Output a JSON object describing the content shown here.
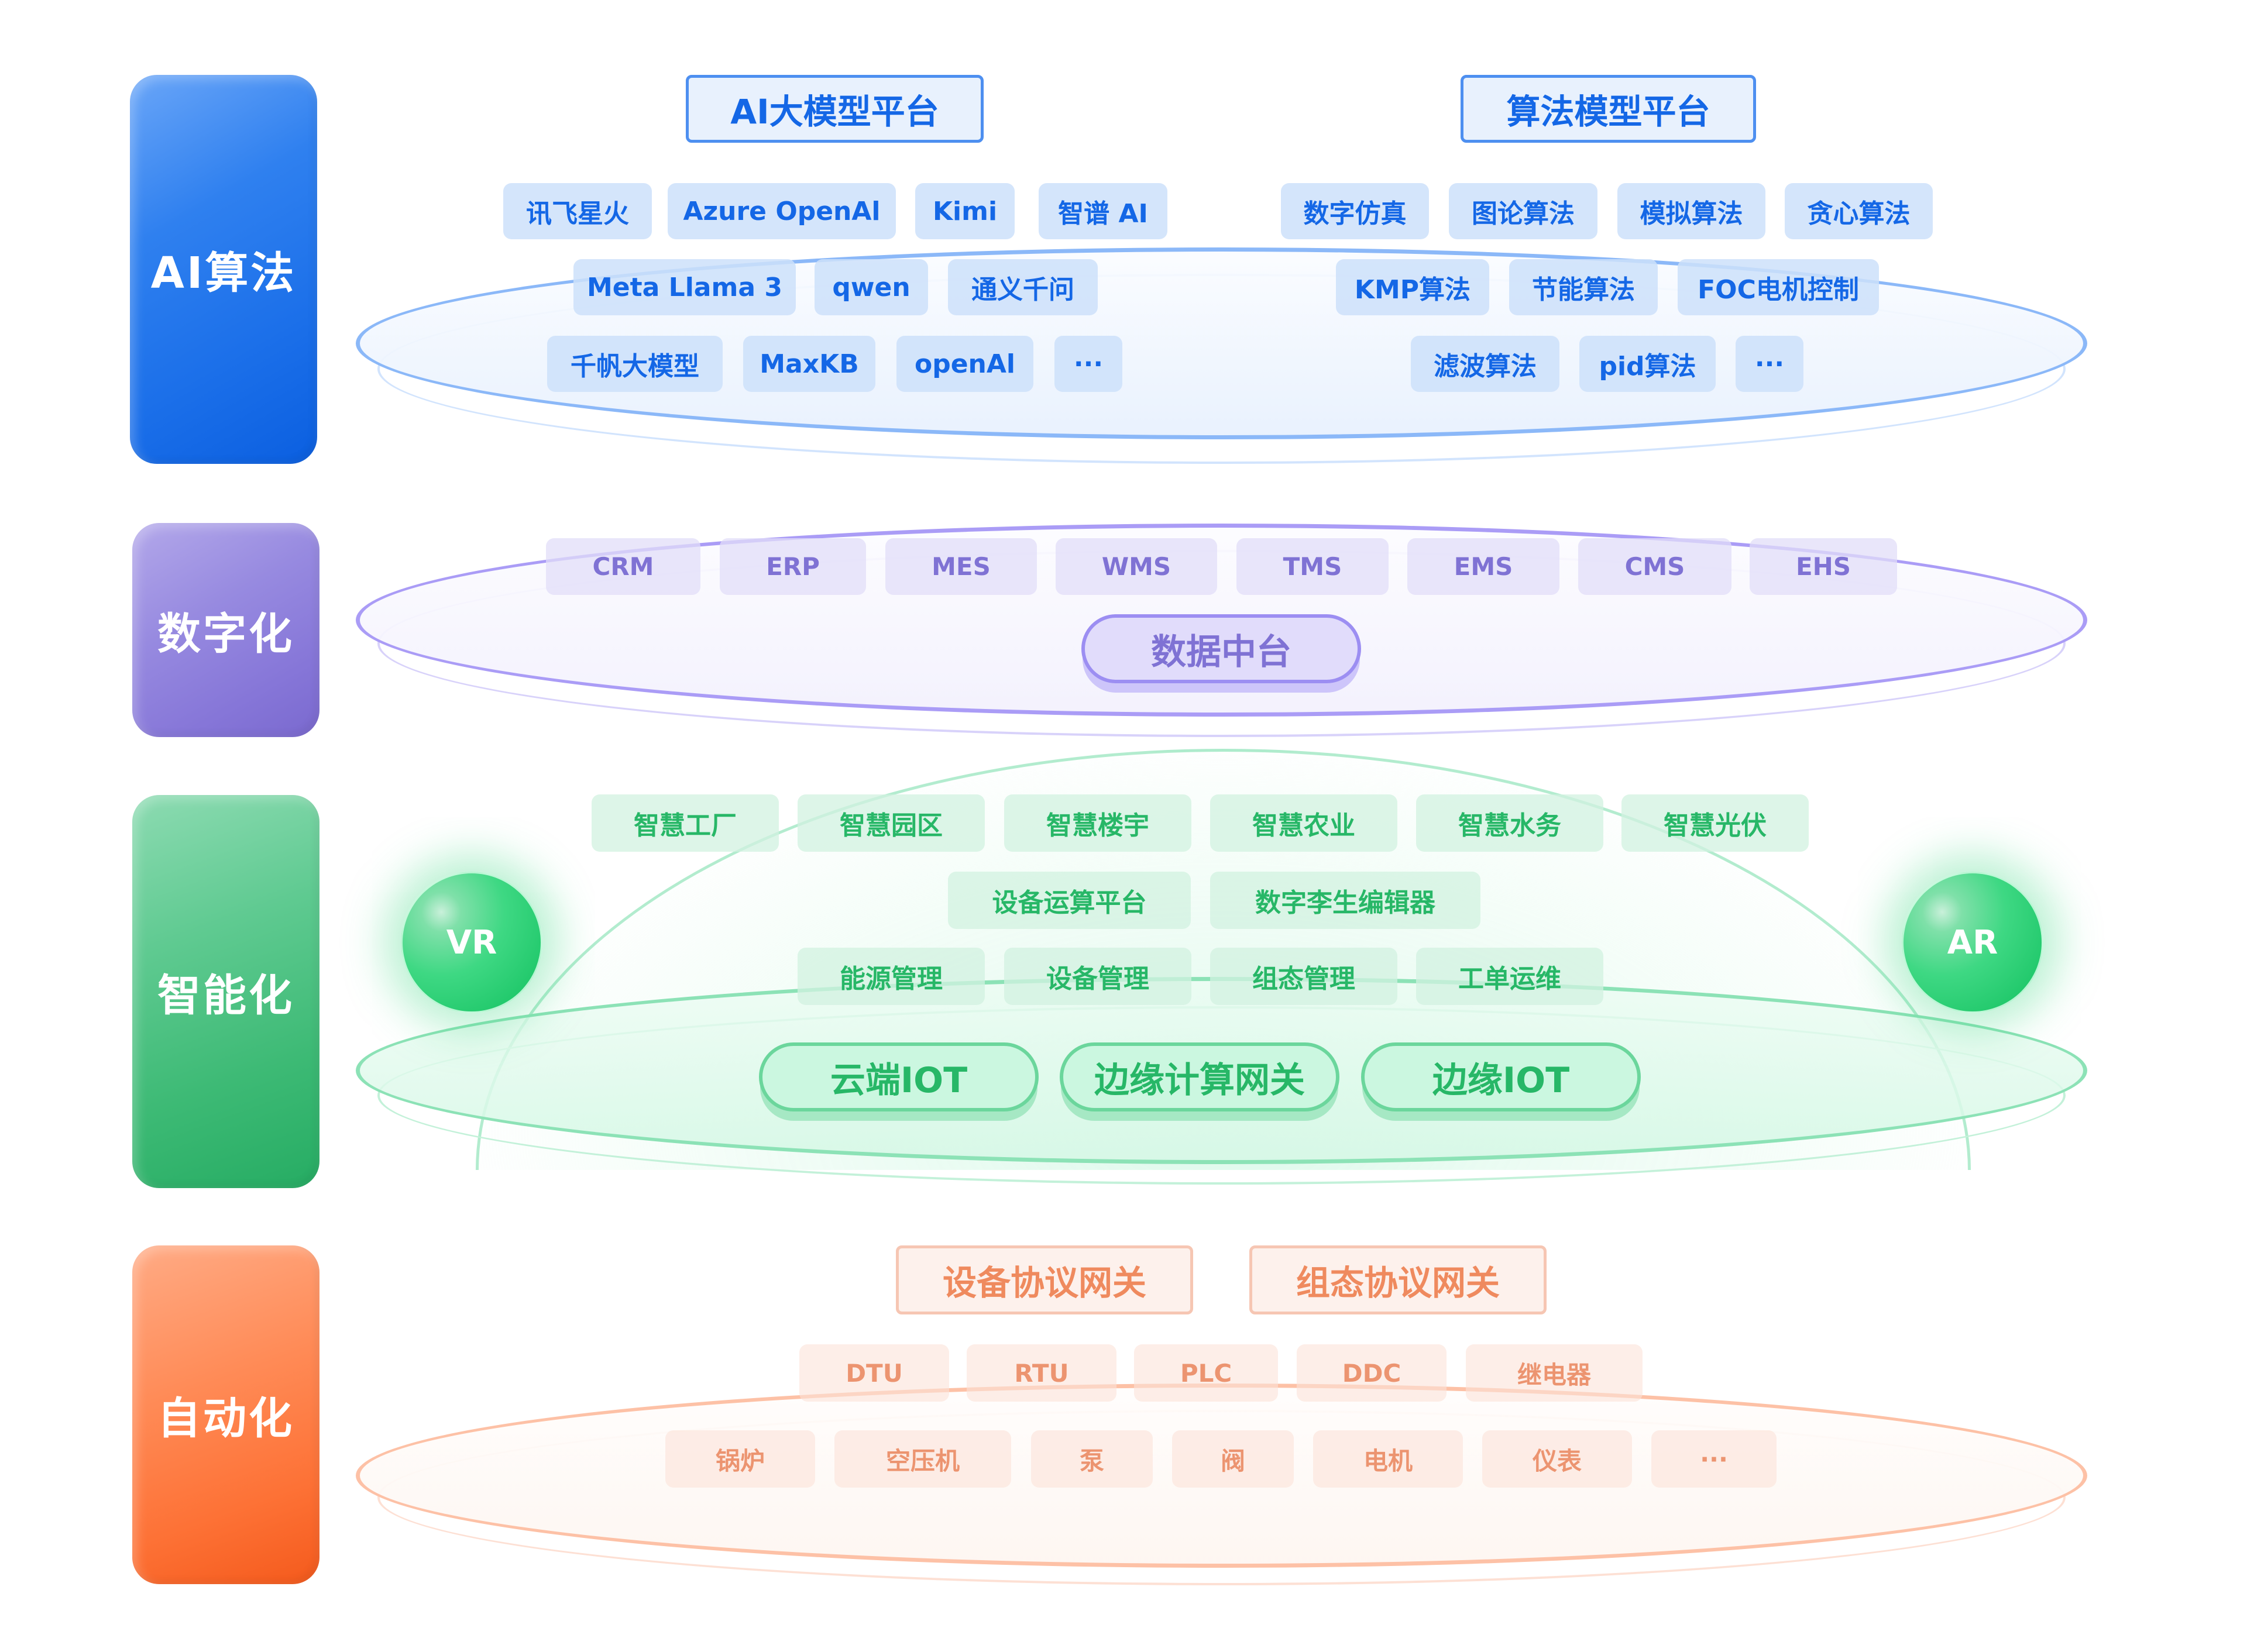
{
  "layers": {
    "ai": {
      "label": "AI算法",
      "color": "#1467e6",
      "platforms": [
        "AI大模型平台",
        "算法模型平台"
      ],
      "left_chips": [
        [
          "讯飞星火",
          "Azure OpenAl",
          "Kimi",
          "智谱 AI"
        ],
        [
          "Meta Llama 3",
          "qwen",
          "通义千问"
        ],
        [
          "千帆大模型",
          "MaxKB",
          "openAl",
          "···"
        ]
      ],
      "right_chips": [
        [
          "数字仿真",
          "图论算法",
          "模拟算法",
          "贪心算法"
        ],
        [
          "KMP算法",
          "节能算法",
          "FOC电机控制"
        ],
        [
          "滤波算法",
          "pid算法",
          "···"
        ]
      ]
    },
    "digital": {
      "label": "数字化",
      "color": "#7f72d4",
      "systems": [
        "CRM",
        "ERP",
        "MES",
        "WMS",
        "TMS",
        "EMS",
        "CMS",
        "EHS"
      ],
      "center": "数据中台"
    },
    "intelligent": {
      "label": "智能化",
      "color": "#27b767",
      "row1": [
        "智慧工厂",
        "智慧园区",
        "智慧楼宇",
        "智慧农业",
        "智慧水务",
        "智慧光伏"
      ],
      "row2": [
        "设备运算平台",
        "数字李生编辑器"
      ],
      "row3": [
        "能源管理",
        "设备管理",
        "组态管理",
        "工单运维"
      ],
      "pills": [
        "云端IOT",
        "边缘计算网关",
        "边缘IOT"
      ],
      "spheres": [
        "VR",
        "AR"
      ]
    },
    "automation": {
      "label": "自动化",
      "color": "#ef8a5e",
      "gateways": [
        "设备协议网关",
        "组态协议网关"
      ],
      "row1": [
        "DTU",
        "RTU",
        "PLC",
        "DDC",
        "继电器"
      ],
      "row2": [
        "锅炉",
        "空压机",
        "泵",
        "阀",
        "电机",
        "仪表",
        "···"
      ]
    }
  }
}
